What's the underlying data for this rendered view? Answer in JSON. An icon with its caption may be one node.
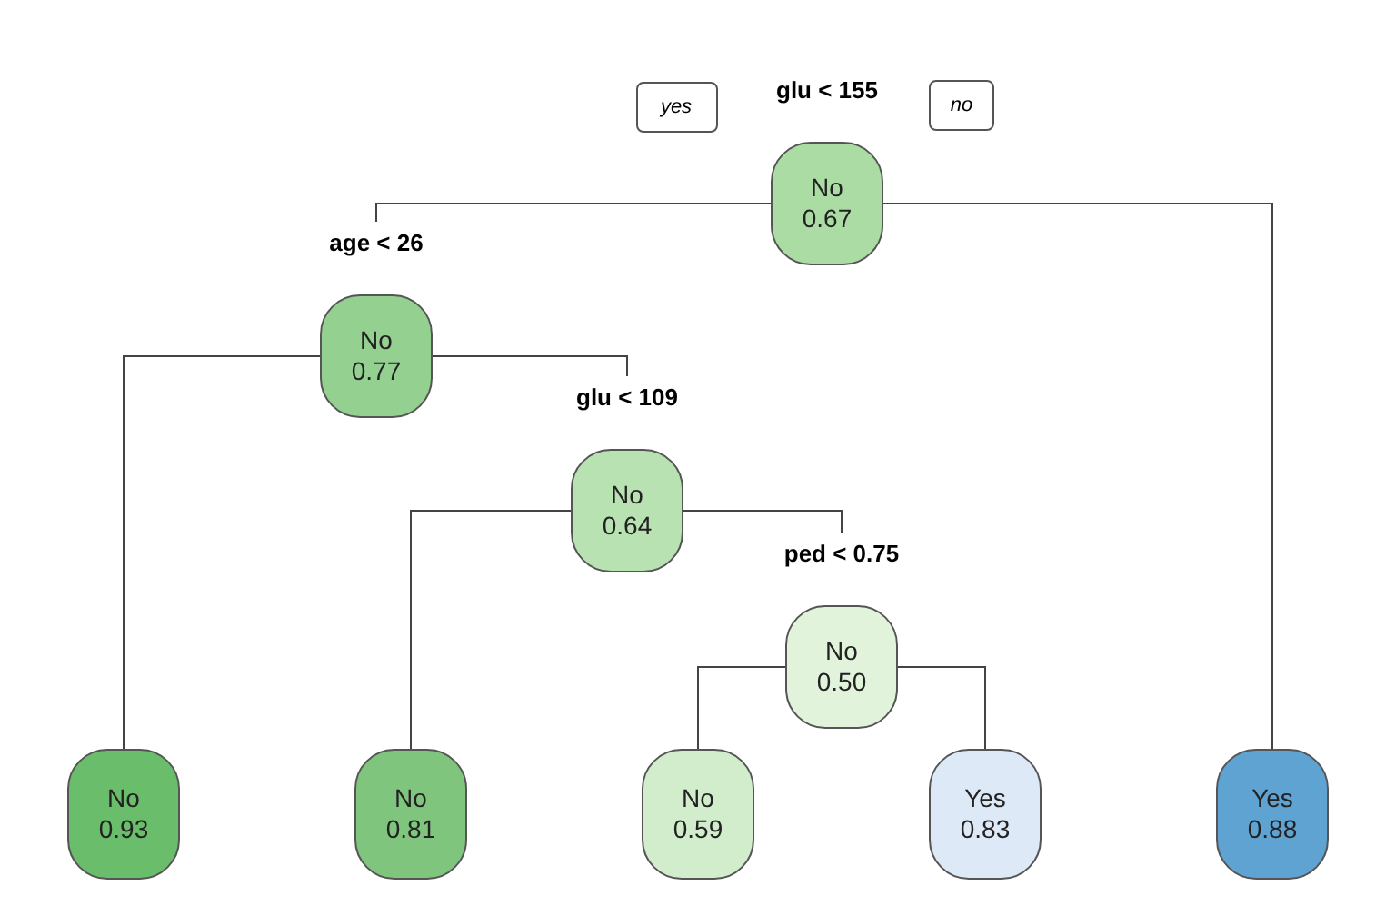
{
  "diagram": {
    "nodes": [
      {
        "text": [
          "yes"
        ]
      },
      {
        "text": [
          "no"
        ]
      },
      {
        "text": [
          "No",
          "0.67"
        ],
        "beside": [
          "glu < 155"
        ]
      },
      {
        "text": [
          "No",
          "0.77"
        ],
        "beside": [
          "age < 26"
        ]
      },
      {
        "text": [
          "No",
          "0.64"
        ],
        "beside": [
          "glu < 109"
        ]
      },
      {
        "text": [
          "No",
          "0.50"
        ],
        "beside": [
          "ped < 0.75"
        ]
      },
      {
        "text": [
          "No",
          "0.93"
        ]
      },
      {
        "text": [
          "No",
          "0.81"
        ]
      },
      {
        "text": [
          "No",
          "0.59"
        ]
      },
      {
        "text": [
          "Yes",
          "0.83"
        ]
      },
      {
        "text": [
          "Yes",
          "0.88"
        ]
      }
    ],
    "edges": [
      {
        "from": 2,
        "to": 3,
        "arrow": "none"
      },
      {
        "from": 2,
        "to": 10,
        "arrow": "none"
      },
      {
        "from": 3,
        "to": 6,
        "arrow": "none"
      },
      {
        "from": 3,
        "to": 4,
        "arrow": "none"
      },
      {
        "from": 4,
        "to": 7,
        "arrow": "none"
      },
      {
        "from": 4,
        "to": 5,
        "arrow": "none"
      },
      {
        "from": 5,
        "to": 8,
        "arrow": "none"
      },
      {
        "from": 5,
        "to": 9,
        "arrow": "none"
      }
    ]
  }
}
